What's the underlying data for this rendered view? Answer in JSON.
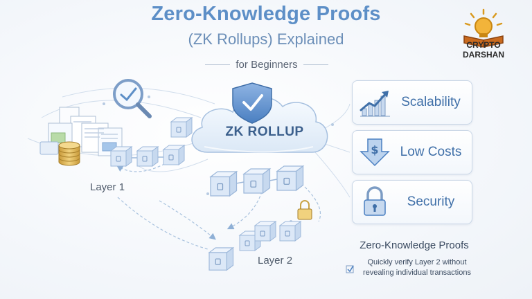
{
  "header": {
    "title": "Zero-Knowledge Proofs",
    "subtitle": "(ZK Rollups) Explained",
    "tagline": "for Beginners"
  },
  "logo": {
    "line1": "CRYPTO",
    "line2": "DARSHAN",
    "icon": "lightbulb-book-icon"
  },
  "diagram": {
    "center_label": "ZK ROLLUP",
    "layer1_label": "Layer 1",
    "layer2_label": "Layer 2",
    "shield_icon": "shield-check-icon"
  },
  "benefits": [
    {
      "label": "Scalability",
      "icon": "growth-chart-icon"
    },
    {
      "label": "Low Costs",
      "icon": "dollar-down-arrow-icon"
    },
    {
      "label": "Security",
      "icon": "padlock-icon"
    }
  ],
  "explanation": {
    "title": "Zero-Knowledge Proofs",
    "line1": "Quickly verify Layer 2 without",
    "line2": "revealing individual transactions"
  },
  "colors": {
    "title": "#5d8fc7",
    "accent": "#4a7fc1",
    "cube_fill": "#dce8f7",
    "coin": "#e2b652"
  }
}
